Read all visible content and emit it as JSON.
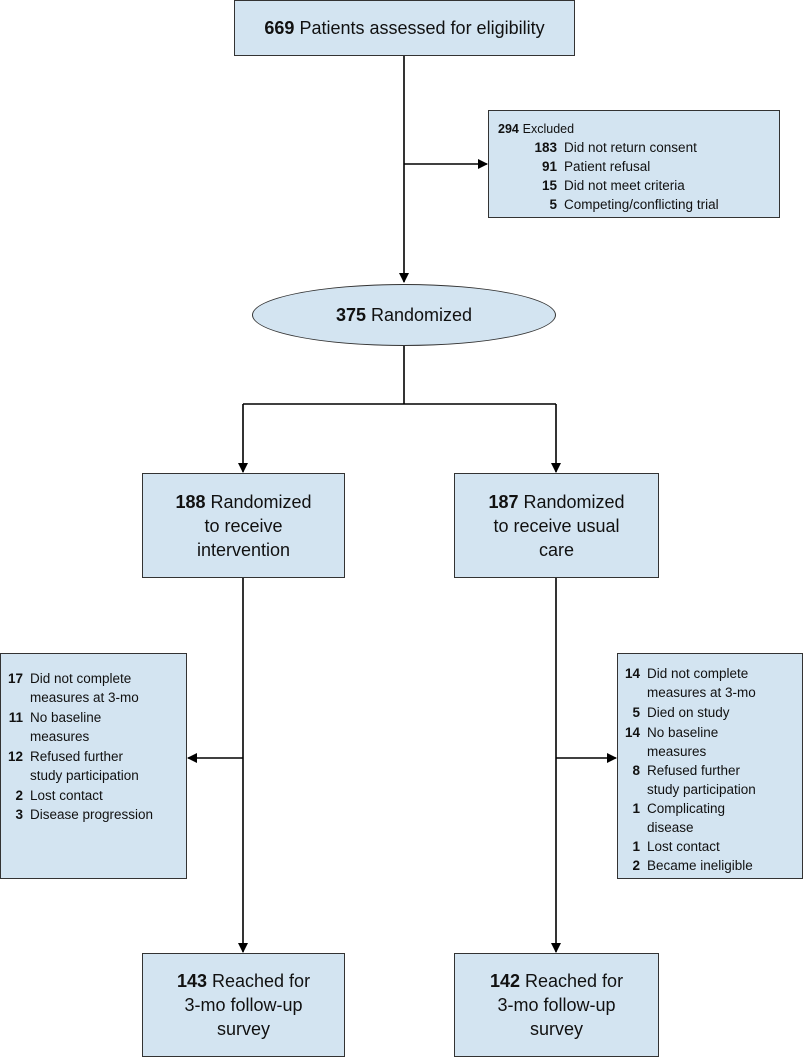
{
  "assessed": {
    "count": "669",
    "label": "Patients assessed for eligibility"
  },
  "excluded": {
    "count": "294",
    "label": "Excluded",
    "items": [
      {
        "count": "183",
        "label": "Did not return consent"
      },
      {
        "count": "91",
        "label": "Patient refusal"
      },
      {
        "count": "15",
        "label": "Did not meet criteria"
      },
      {
        "count": "5",
        "label": "Competing/conflicting trial"
      }
    ]
  },
  "randomized": {
    "count": "375",
    "label": "Randomized"
  },
  "intervention": {
    "count": "188",
    "line1": "Randomized",
    "line2": "to receive",
    "line3": "intervention"
  },
  "usual_care": {
    "count": "187",
    "line1": "Randomized",
    "line2": "to receive usual",
    "line3": "care"
  },
  "intervention_losses": [
    {
      "count": "17",
      "line1": "Did not complete",
      "line2": "measures at 3-mo"
    },
    {
      "count": "11",
      "line1": "No baseline",
      "line2": "measures"
    },
    {
      "count": "12",
      "line1": "Refused further",
      "line2": "study participation"
    },
    {
      "count": "2",
      "line1": "Lost contact",
      "line2": ""
    },
    {
      "count": "3",
      "line1": "Disease progression",
      "line2": ""
    }
  ],
  "usual_care_losses": [
    {
      "count": "14",
      "line1": "Did not complete",
      "line2": "measures at 3-mo"
    },
    {
      "count": "5",
      "line1": "Died on study",
      "line2": ""
    },
    {
      "count": "14",
      "line1": "No baseline",
      "line2": "measures"
    },
    {
      "count": "8",
      "line1": "Refused further",
      "line2": "study participation"
    },
    {
      "count": "1",
      "line1": "Complicating",
      "line2": "disease"
    },
    {
      "count": "1",
      "line1": "Lost contact",
      "line2": ""
    },
    {
      "count": "2",
      "line1": "Became ineligible",
      "line2": ""
    }
  ],
  "intervention_followup": {
    "count": "143",
    "line1": "Reached for",
    "line2": "3-mo follow-up",
    "line3": "survey"
  },
  "usual_care_followup": {
    "count": "142",
    "line1": "Reached for",
    "line2": "3-mo follow-up",
    "line3": "survey"
  }
}
